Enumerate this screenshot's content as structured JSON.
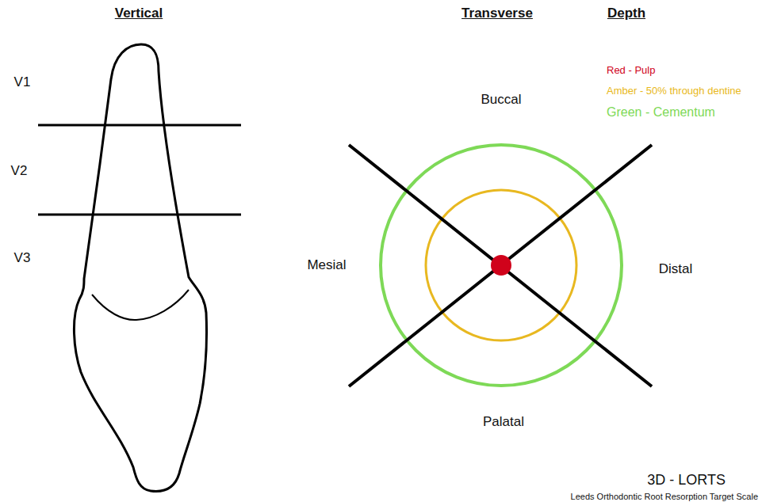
{
  "diagram": {
    "labels": [
      "Vertical",
      "Transverse",
      "Depth",
      "V1",
      "V2",
      "V3",
      "Buccal",
      "Mesial",
      "Distal",
      "Palatal",
      "3D - LORTS",
      "Leeds Orthodontic Root Resorption Target Scale"
    ],
    "legend": [
      {
        "text": "Red - Pulp",
        "color": "#d0021b"
      },
      {
        "text": "Amber - 50% through dentine",
        "color": "#e8b820"
      },
      {
        "text": "Green - Cementum",
        "color": "#7ed957"
      }
    ]
  }
}
